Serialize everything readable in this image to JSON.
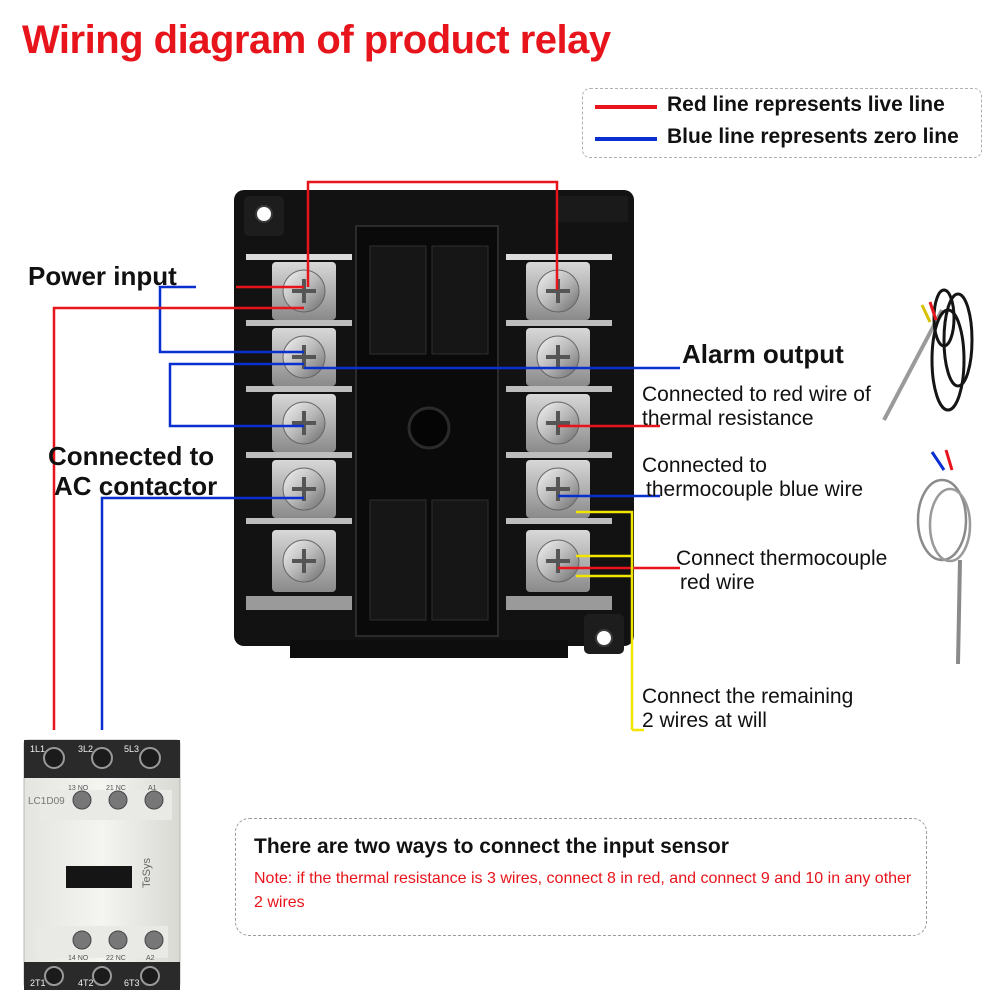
{
  "title": "Wiring diagram of product relay",
  "legend": {
    "red_label": "Red line represents live line",
    "blue_label": "Blue line represents zero line",
    "red_color": "#e8141b",
    "blue_color": "#0a2fd1"
  },
  "labels": {
    "power_input": "Power input",
    "ac_contactor_line1": "Connected to",
    "ac_contactor_line2": "AC contactor",
    "alarm_output": "Alarm output",
    "thermal_red_line1": "Connected to red wire of",
    "thermal_red_line2": "thermal resistance",
    "tc_blue_line1": "Connected to",
    "tc_blue_line2": "thermocouple blue wire",
    "tc_red_line1": "Connect thermocouple",
    "tc_red_line2": "red wire",
    "remaining_line1": "Connect the remaining",
    "remaining_line2": "2 wires at will"
  },
  "contactor": {
    "top_terminals": [
      "1L1",
      "3L2",
      "5L3"
    ],
    "aux_terminals": [
      "13 NO",
      "21 NC",
      "A1"
    ],
    "model": "LC1D09",
    "brand": "TeSys",
    "bottom_aux": [
      "14 NO",
      "22 NC",
      "A2"
    ],
    "bottom_terminals": [
      "2T1",
      "4T2",
      "6T3"
    ]
  },
  "note": {
    "title": "There are two ways to connect the input sensor",
    "text": "Note: if the thermal resistance is 3 wires, connect 8 in red, and connect 9 and 10 in any other 2 wires"
  },
  "wire_colors": {
    "live": "#e8141b",
    "zero": "#0a2fd1",
    "sensor": "#f2e600"
  }
}
